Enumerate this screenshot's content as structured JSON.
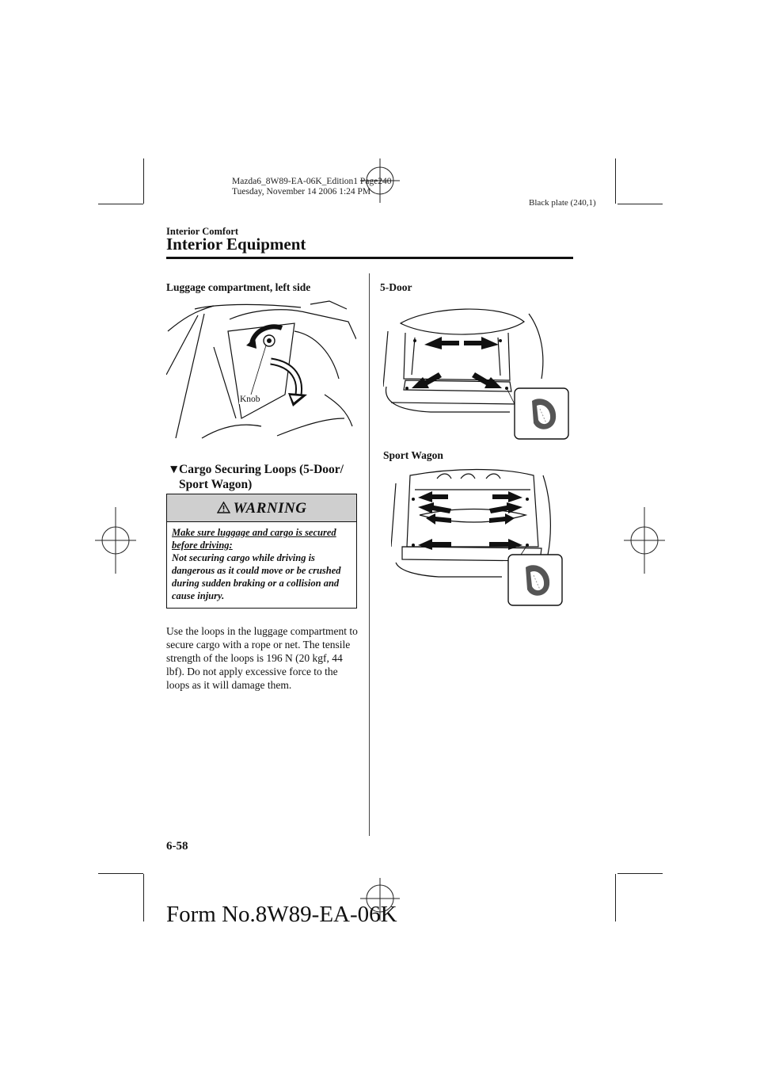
{
  "header": {
    "file_info_line1": "Mazda6_8W89-EA-06K_Edition1 Page240",
    "file_info_line2": "Tuesday, November 14 2006 1:24 PM",
    "plate": "Black plate (240,1)"
  },
  "section_label": "Interior Comfort",
  "page_title": "Interior Equipment",
  "left": {
    "figure_caption": "Luggage compartment, left side",
    "figure_callout": "Knob",
    "subheading_line1": "Cargo Securing Loops (5-Door/",
    "subheading_line2": "Sport Wagon)",
    "warning": {
      "title": "WARNING",
      "lead": "Make sure luggage and cargo is secured before driving:",
      "text": "Not securing cargo while driving is dangerous as it could move or be crushed during sudden braking or a collision and cause injury."
    },
    "body": "Use the loops in the luggage compartment to secure cargo with a rope or net. The tensile strength of the loops is 196 N (20 kgf, 44 lbf). Do not apply excessive force to the loops as it will damage them."
  },
  "right": {
    "figure1_caption": "5-Door",
    "figure2_caption": "Sport Wagon"
  },
  "footer": {
    "page_number": "6-58",
    "form_number": "Form No.8W89-EA-06K"
  }
}
